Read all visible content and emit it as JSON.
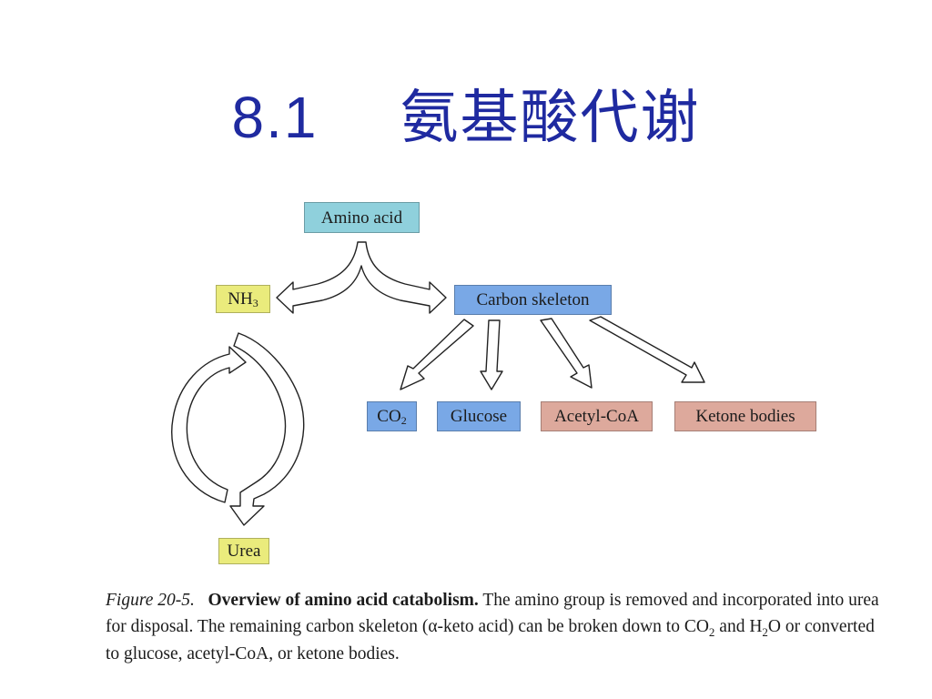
{
  "title": {
    "number": "8.1",
    "text": "氨基酸代谢"
  },
  "diagram": {
    "amino_acid": "Amino acid",
    "nh3": "NH",
    "nh3_sub": "3",
    "carbon_skeleton": "Carbon skeleton",
    "co2": "CO",
    "co2_sub": "2",
    "glucose": "Glucose",
    "acetyl_coa": "Acetyl-CoA",
    "ketone_bodies": "Ketone bodies",
    "urea": "Urea"
  },
  "caption": {
    "figure_label": "Figure 20-5.",
    "heading": "Overview of amino acid catabolism.",
    "part1": "The amino group is removed and incorporated into urea for disposal. The remaining carbon skeleton (α-keto acid) can be broken down to CO",
    "sub1": "2",
    "part2": "and H",
    "sub2": "2",
    "part3": "O or converted to glucose, acetyl-CoA, or ketone bodies."
  }
}
